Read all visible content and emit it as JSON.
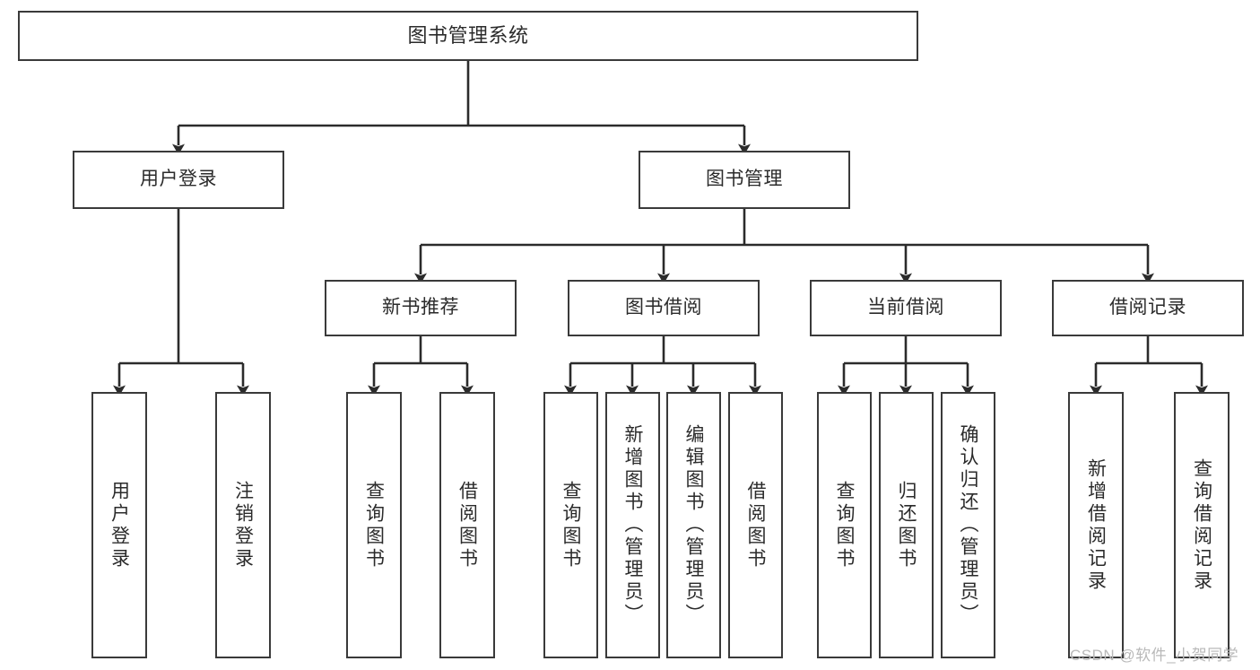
{
  "diagram": {
    "title": "图书管理系统",
    "type": "tree-hierarchy",
    "levels": 4,
    "colors": {
      "box_border": "#3a3a3a",
      "box_fill": "#ffffff",
      "connector": "#2b2b2b",
      "text": "#2b2b2b",
      "watermark": "#b9b9b9"
    },
    "nodes": {
      "root": {
        "label": "图书管理系统"
      },
      "level2": [
        {
          "id": "user-login",
          "label": "用户登录"
        },
        {
          "id": "book-management",
          "label": "图书管理"
        }
      ],
      "level3": [
        {
          "id": "new-book-recommend",
          "label": "新书推荐",
          "parent": "book-management"
        },
        {
          "id": "book-borrow",
          "label": "图书借阅",
          "parent": "book-management"
        },
        {
          "id": "current-borrow",
          "label": "当前借阅",
          "parent": "book-management"
        },
        {
          "id": "borrow-record",
          "label": "借阅记录",
          "parent": "book-management"
        }
      ],
      "leaves": {
        "user-login": [
          {
            "id": "user-login-leaf",
            "label": "用户登录"
          },
          {
            "id": "logout-leaf",
            "label": "注销登录"
          }
        ],
        "new-book-recommend": [
          {
            "id": "query-book-1",
            "label": "查询图书"
          },
          {
            "id": "borrow-book-1",
            "label": "借阅图书"
          }
        ],
        "book-borrow": [
          {
            "id": "query-book-2",
            "label": "查询图书"
          },
          {
            "id": "add-book",
            "label": "新增图书（管理员）"
          },
          {
            "id": "edit-book",
            "label": "编辑图书（管理员）"
          },
          {
            "id": "borrow-book-2",
            "label": "借阅图书"
          }
        ],
        "current-borrow": [
          {
            "id": "query-book-3",
            "label": "查询图书"
          },
          {
            "id": "return-book",
            "label": "归还图书"
          },
          {
            "id": "confirm-return",
            "label": "确认归还（管理员）"
          }
        ],
        "borrow-record": [
          {
            "id": "add-borrow-record",
            "label": "新增借阅记录"
          },
          {
            "id": "query-borrow-record",
            "label": "查询借阅记录"
          }
        ]
      }
    },
    "watermark": "CSDN @软件_小贺同学"
  }
}
